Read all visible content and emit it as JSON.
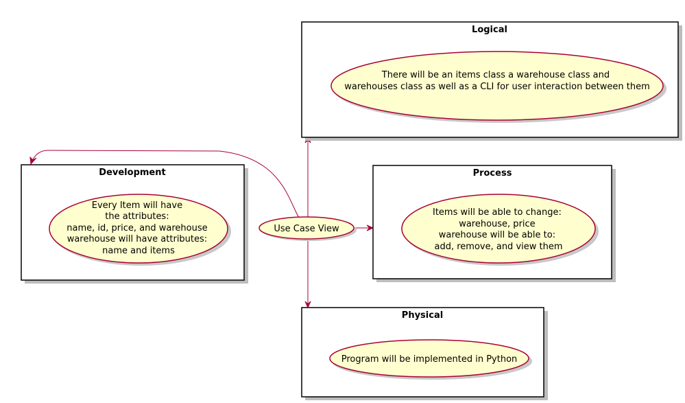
{
  "center": {
    "label": "Use Case View"
  },
  "packages": {
    "logical": {
      "title": "Logical",
      "usecase_lines": [
        "There will be an items class a warehouse class and",
        "warehouses class as well as a CLI for user interaction between them"
      ]
    },
    "development": {
      "title": "Development",
      "usecase_lines": [
        "Every Item will have",
        "the attributes:",
        "name, id, price, and warehouse",
        "warehouse will have attributes:",
        "name and items"
      ]
    },
    "process": {
      "title": "Process",
      "usecase_lines": [
        "Items will be able to change:",
        "warehouse, price",
        "warehouse will be able to:",
        "add, remove, and view them"
      ]
    },
    "physical": {
      "title": "Physical",
      "usecase_lines": [
        "Program will be implemented in Python"
      ]
    }
  },
  "colors": {
    "usecase_fill": "#fefece",
    "usecase_border": "#a80036",
    "arrow": "#a80036",
    "package_border": "#000000"
  }
}
